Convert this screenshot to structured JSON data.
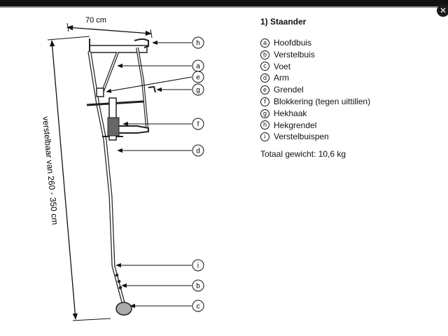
{
  "window": {
    "close_icon": "close-icon"
  },
  "diagram": {
    "width_label": "70 cm",
    "height_label": "verstelbaar van 260 - 350 cm",
    "callouts": [
      "h",
      "a",
      "e",
      "g",
      "f",
      "d",
      "i",
      "b",
      "c"
    ]
  },
  "panel": {
    "title": "1)  Staander",
    "legend": [
      {
        "letter": "a",
        "label": "Hoofdbuis"
      },
      {
        "letter": "b",
        "label": "Verstelbuis"
      },
      {
        "letter": "c",
        "label": "Voet"
      },
      {
        "letter": "d",
        "label": "Arm"
      },
      {
        "letter": "e",
        "label": "Grendel"
      },
      {
        "letter": "f",
        "label": "Blokkering (tegen uittillen)"
      },
      {
        "letter": "g",
        "label": "Hekhaak"
      },
      {
        "letter": "h",
        "label": "Hekgrendel"
      },
      {
        "letter": "i",
        "label": "Verstelbuispen"
      }
    ],
    "total_weight": "Totaal gewicht: 10,6 kg"
  }
}
